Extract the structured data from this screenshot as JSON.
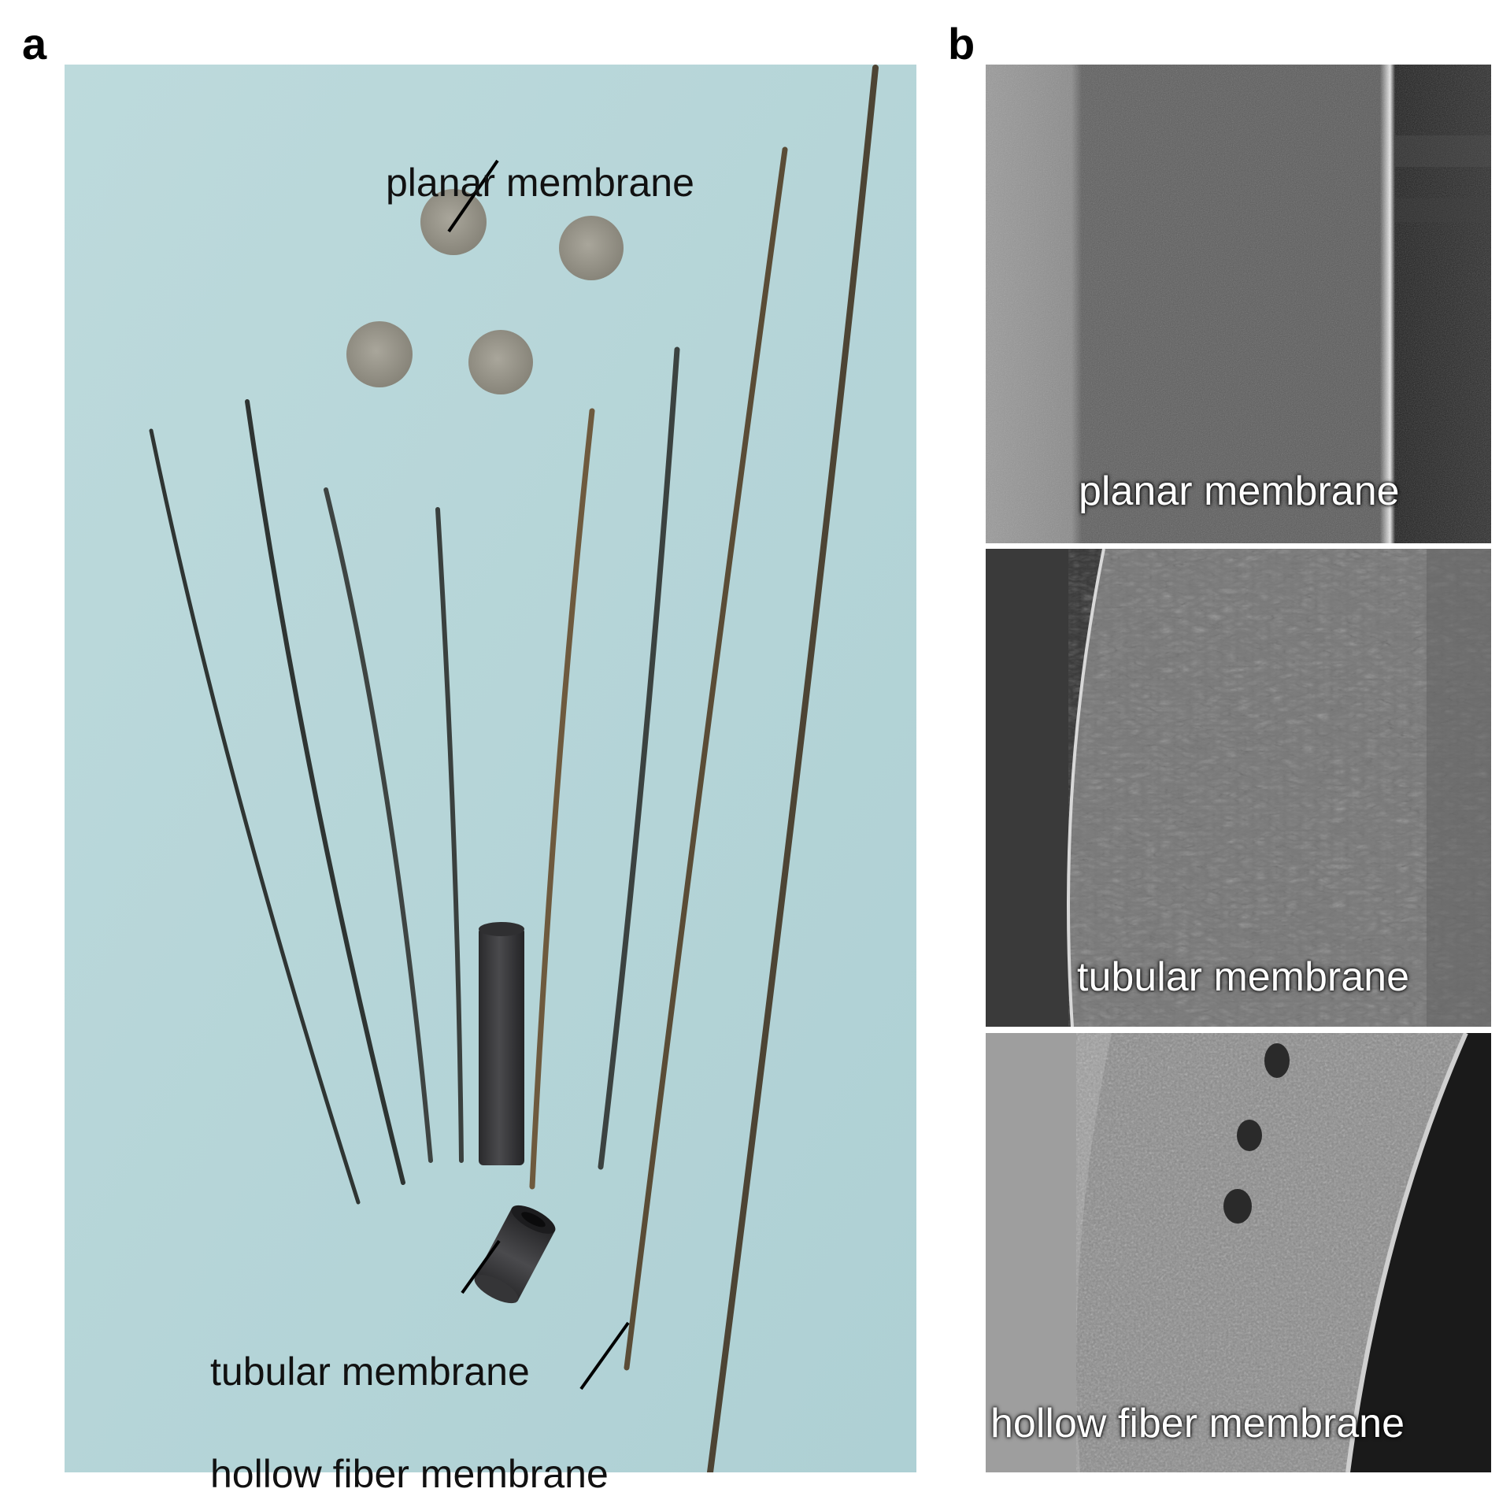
{
  "panels": {
    "a": {
      "letter": "a",
      "labels": {
        "planar": "planar membrane",
        "tubular": "tubular membrane",
        "hollow": "hollow fiber membrane"
      }
    },
    "b": {
      "letter": "b",
      "labels": {
        "planar": "planar membrane",
        "tubular": "tubular membrane",
        "hollow": "hollow fiber membrane"
      }
    }
  },
  "colors": {
    "photo_background": "#b6d6d9",
    "fiber_dark": "#2e3432",
    "fiber_bronze": "#6e5a3e",
    "disc": "#9a978c",
    "tube": "#3a3a3c",
    "sem_dark": "#2a2a2a",
    "sem_mid": "#6b6b6b",
    "sem_light": "#c8c8c8"
  }
}
